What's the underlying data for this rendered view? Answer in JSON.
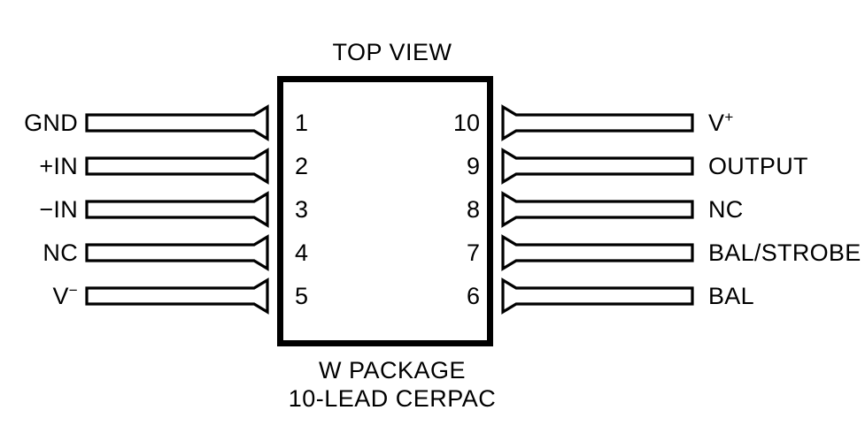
{
  "diagram": {
    "type": "ic-pinout",
    "title": "TOP VIEW",
    "caption_line1": "W PACKAGE",
    "caption_line2": "10-LEAD CERPAC",
    "lead_count": 10,
    "colors": {
      "background": "#ffffff",
      "outline": "#000000",
      "text": "#000000"
    },
    "left_pins": [
      {
        "number": "1",
        "label": "GND",
        "sup": ""
      },
      {
        "number": "2",
        "label": "+IN",
        "sup": ""
      },
      {
        "number": "3",
        "label": "−IN",
        "sup": ""
      },
      {
        "number": "4",
        "label": "NC",
        "sup": ""
      },
      {
        "number": "5",
        "label": "V",
        "sup": "−"
      }
    ],
    "right_pins": [
      {
        "number": "10",
        "label": "V",
        "sup": "+"
      },
      {
        "number": "9",
        "label": "OUTPUT",
        "sup": ""
      },
      {
        "number": "8",
        "label": "NC",
        "sup": ""
      },
      {
        "number": "7",
        "label": "BAL/STROBE",
        "sup": ""
      },
      {
        "number": "6",
        "label": "BAL",
        "sup": ""
      }
    ]
  }
}
